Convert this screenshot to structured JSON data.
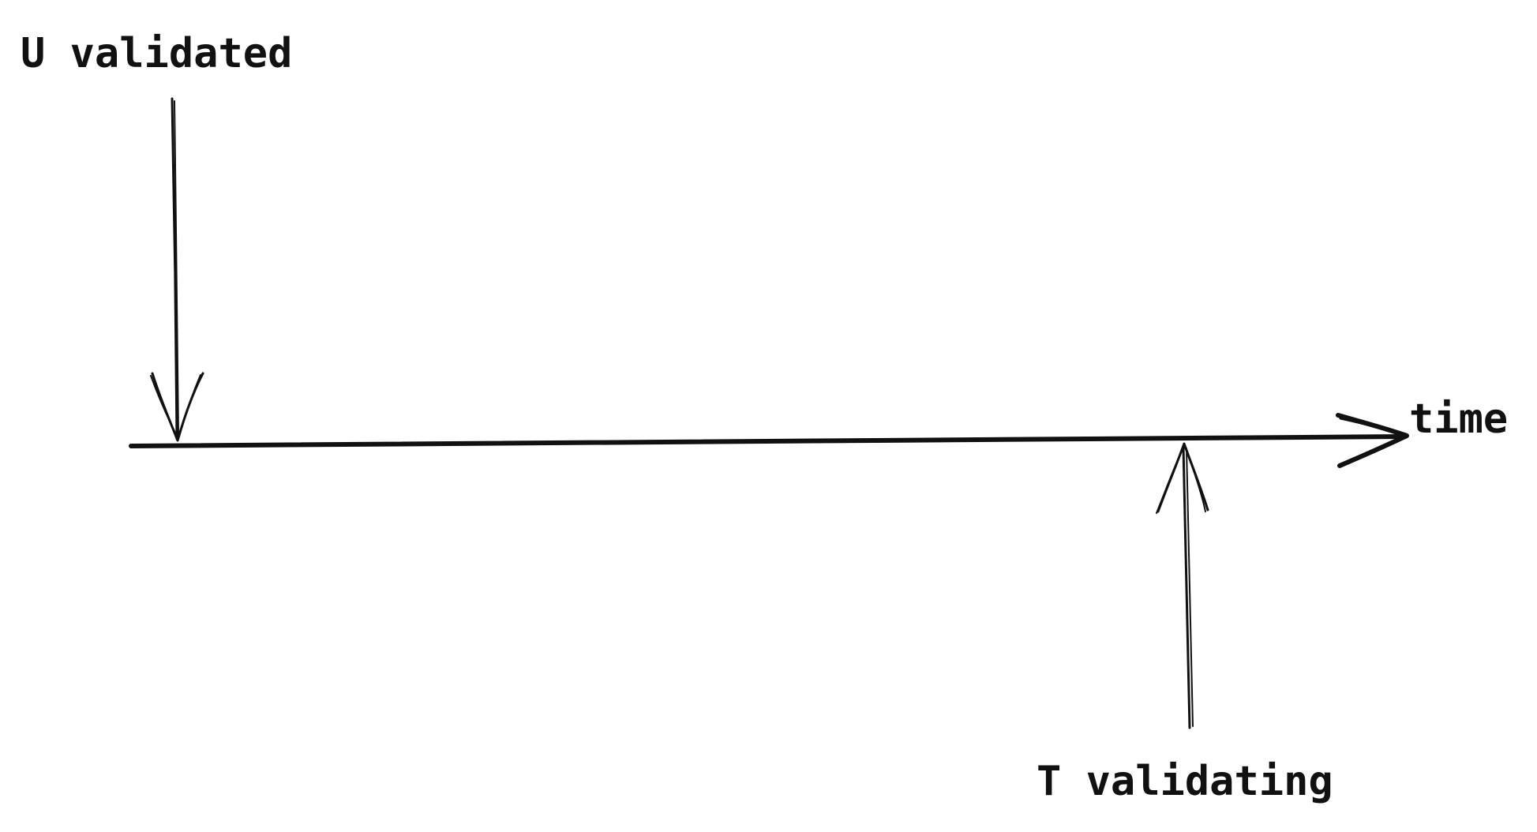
{
  "labels": {
    "u_validated": "U validated",
    "time": "time",
    "t_validating": "T validating"
  },
  "colors": {
    "stroke": "#111111",
    "background": "#ffffff"
  }
}
